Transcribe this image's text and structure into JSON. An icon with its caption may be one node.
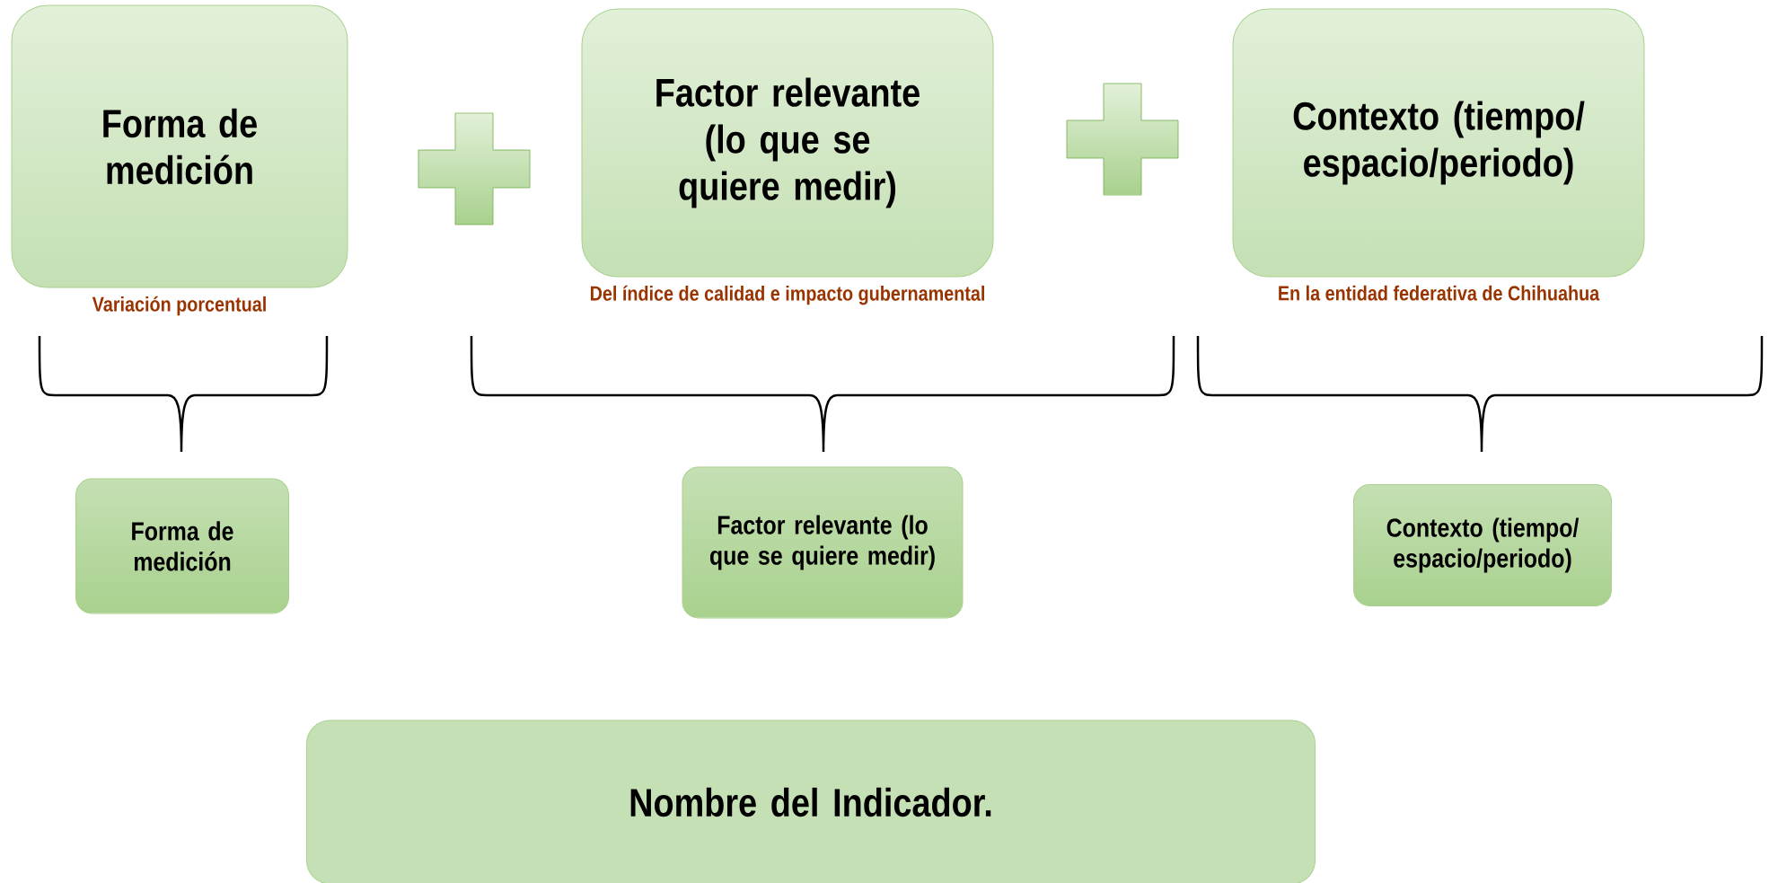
{
  "diagram": {
    "nodes": [
      {
        "text": [
          "Forma de medición"
        ],
        "beside": [
          "Variación porcentual"
        ]
      },
      {
        "text": [
          "Factor relevante (lo que se quiere medir)"
        ],
        "beside": [
          "Del índice de calidad e impacto gubernamental"
        ]
      },
      {
        "text": [
          "Contexto (tiempo/espacio/periodo)"
        ],
        "beside": [
          "En la entidad federativa de Chihuahua"
        ]
      },
      {
        "text": [
          "Forma de medición"
        ]
      },
      {
        "text": [
          "Factor relevante (lo que se quiere medir)"
        ]
      },
      {
        "text": [
          "Contexto (tiempo/espacio/periodo)"
        ]
      },
      {
        "text": [
          "Nombre del Indicador."
        ]
      }
    ]
  }
}
